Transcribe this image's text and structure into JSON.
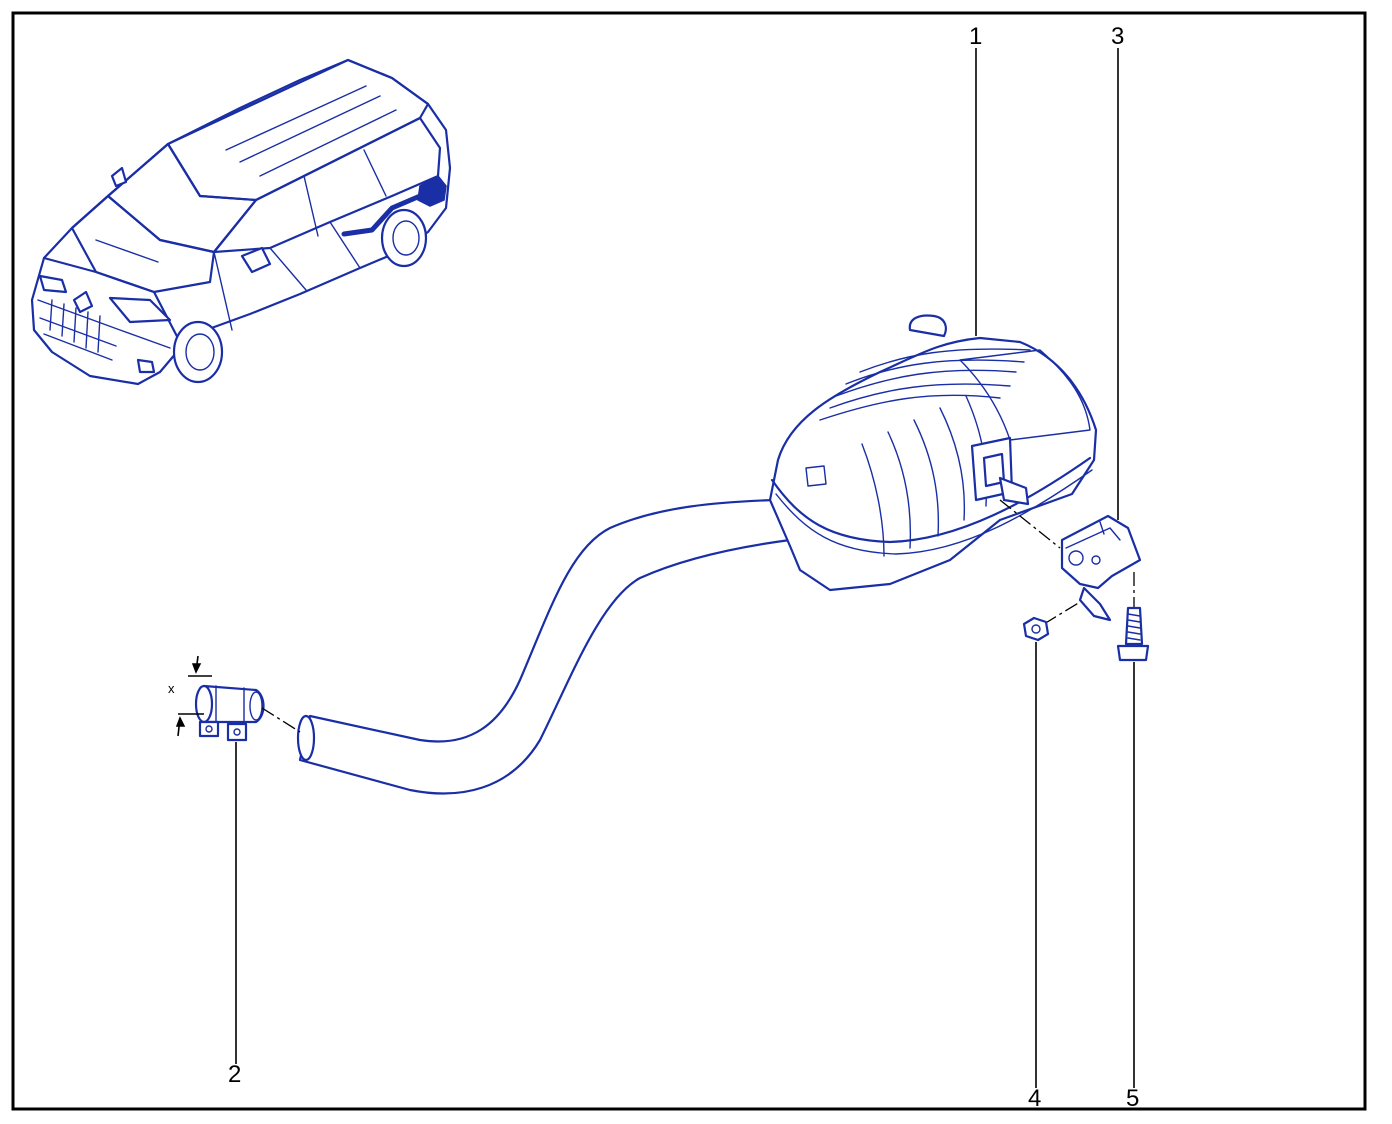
{
  "labels": {
    "part1": "1",
    "part2": "2",
    "part3": "3",
    "part4": "4",
    "part5": "5",
    "dimension_x": "x"
  },
  "colors": {
    "line": "#1a2ea6",
    "frame": "#000000",
    "background": "#ffffff"
  },
  "icons": {
    "vehicle": "minivan-illustration",
    "muffler": "rear-silencer-illustration",
    "clamp": "exhaust-clamp-illustration",
    "bracket": "rubber-mount-bracket-illustration",
    "nut": "flange-nut-illustration",
    "bolt": "screw-illustration"
  }
}
